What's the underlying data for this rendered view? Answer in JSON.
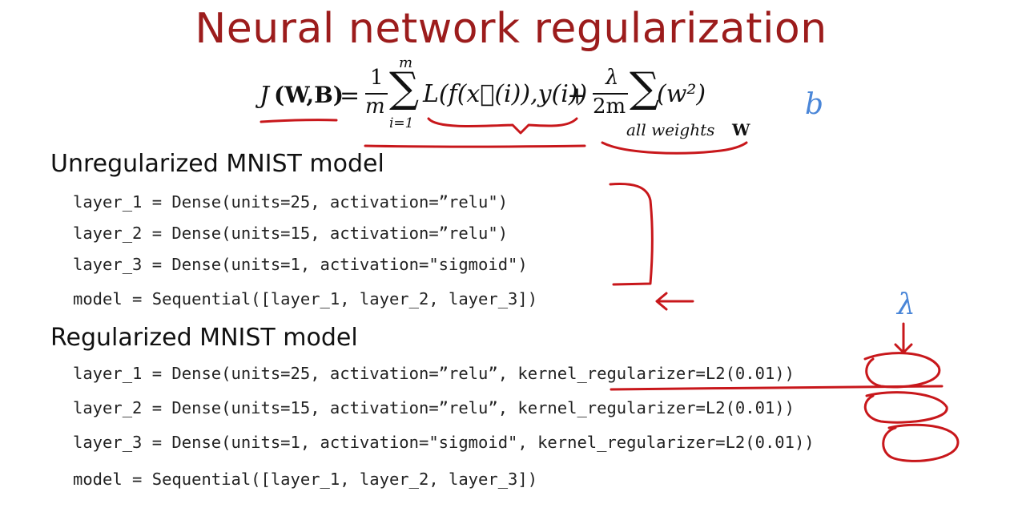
{
  "slide": {
    "title": "Neural network regularization"
  },
  "formula": {
    "lhs_J": "J",
    "lhs_args": "(W,B)",
    "eq": "=",
    "frac1_num": "1",
    "frac1_den": "m",
    "sum1_top": "m",
    "sum1_sigma": "∑",
    "sum1_bottom": "i=1",
    "loss_term": "L(f(x⃗(i)),y(i))",
    "plus": "+",
    "frac2_num": "λ",
    "frac2_den": "2m",
    "sum2_sigma": "∑",
    "sum2_term": "(w²)",
    "sum2_bottom_text": "all weights",
    "sum2_bottom_bold": "W"
  },
  "unregularized": {
    "heading": "Unregularized MNIST model",
    "lines": [
      "layer_1 = Dense(units=25, activation=”relu\")",
      "layer_2 = Dense(units=15, activation=”relu\")",
      "layer_3 = Dense(units=1, activation=\"sigmoid\")",
      "model = Sequential([layer_1, layer_2, layer_3])"
    ]
  },
  "regularized": {
    "heading": "Regularized MNIST model",
    "lines": [
      "layer_1 = Dense(units=25, activation=”relu”, kernel_regularizer=L2(0.01))",
      "layer_2 = Dense(units=15, activation=”relu”, kernel_regularizer=L2(0.01))",
      "layer_3 = Dense(units=1, activation=\"sigmoid\", kernel_regularizer=L2(0.01))",
      "model = Sequential([layer_1, layer_2, layer_3])"
    ]
  },
  "annotations": {
    "note_b": "b",
    "note_lambda": "λ"
  },
  "colors": {
    "title": "#9c1c1c",
    "ink_red": "#c8171b",
    "ink_blue": "#4a86d8"
  }
}
